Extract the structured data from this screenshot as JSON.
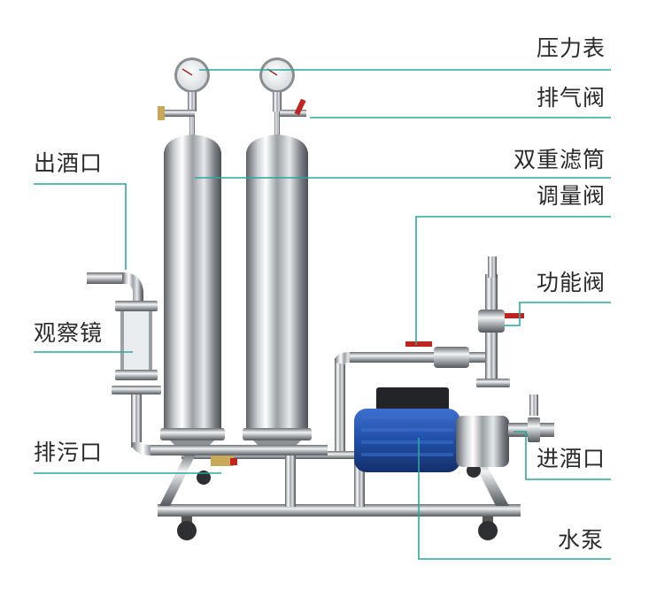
{
  "labels": {
    "pressure_gauge": "压力表",
    "vent_valve": "排气阀",
    "dual_filter": "双重滤筒",
    "regulating_valve": "调量阀",
    "function_valve": "功能阀",
    "outlet": "出酒口",
    "sight_glass": "观察镜",
    "drain": "排污口",
    "inlet": "进酒口",
    "pump": "水泵"
  },
  "colors": {
    "leader_line": "#2aa89a",
    "text": "#2a2a2a",
    "steel_dark": "#6e7276",
    "steel_light": "#f4f6f7",
    "motor_blue": "#1f4fa8",
    "valve_red": "#c0241e"
  }
}
